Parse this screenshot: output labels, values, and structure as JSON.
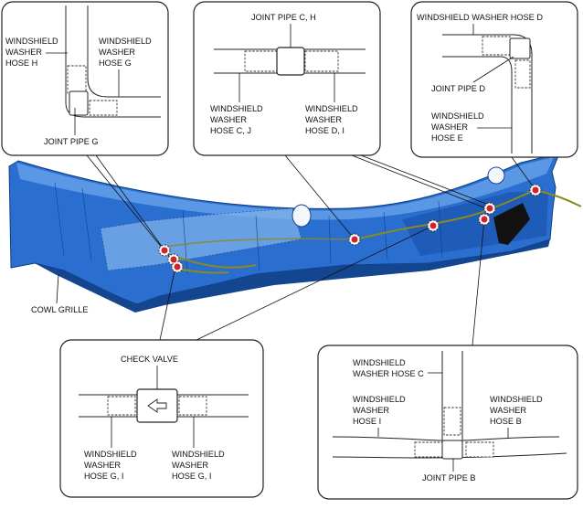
{
  "callouts": {
    "joint_g": {
      "hose_h": [
        "WINDSHIELD",
        "WASHER",
        "HOSE H"
      ],
      "hose_g": [
        "WINDSHIELD",
        "WASHER",
        "HOSE G"
      ],
      "pipe": "JOINT PIPE G"
    },
    "joint_ch": {
      "pipe": "JOINT PIPE C, H",
      "hose_cj": [
        "WINDSHIELD",
        "WASHER",
        "HOSE C, J"
      ],
      "hose_di": [
        "WINDSHIELD",
        "WASHER",
        "HOSE D, I"
      ]
    },
    "joint_d": {
      "hose_d": "WINDSHIELD WASHER HOSE D",
      "pipe": "JOINT PIPE D",
      "hose_e": [
        "WINDSHIELD",
        "WASHER",
        "HOSE E"
      ]
    },
    "check_valve": {
      "valve": "CHECK VALVE",
      "hose_left": [
        "WINDSHIELD",
        "WASHER",
        "HOSE G, I"
      ],
      "hose_right": [
        "WINDSHIELD",
        "WASHER",
        "HOSE G, I"
      ]
    },
    "joint_b": {
      "hose_c": [
        "WINDSHIELD",
        "WASHER HOSE C"
      ],
      "hose_i": [
        "WINDSHIELD",
        "WASHER",
        "HOSE I"
      ],
      "hose_b": [
        "WINDSHIELD",
        "WASHER",
        "HOSE B"
      ],
      "pipe": "JOINT PIPE B"
    }
  },
  "part_label": "COWL GRILLE",
  "colors": {
    "cowl_blue": "#2a6fd0",
    "cowl_dark": "#14458f",
    "cowl_light": "#5f9be6",
    "hose": "#8a8a1e",
    "marker_red": "#d2232a"
  }
}
